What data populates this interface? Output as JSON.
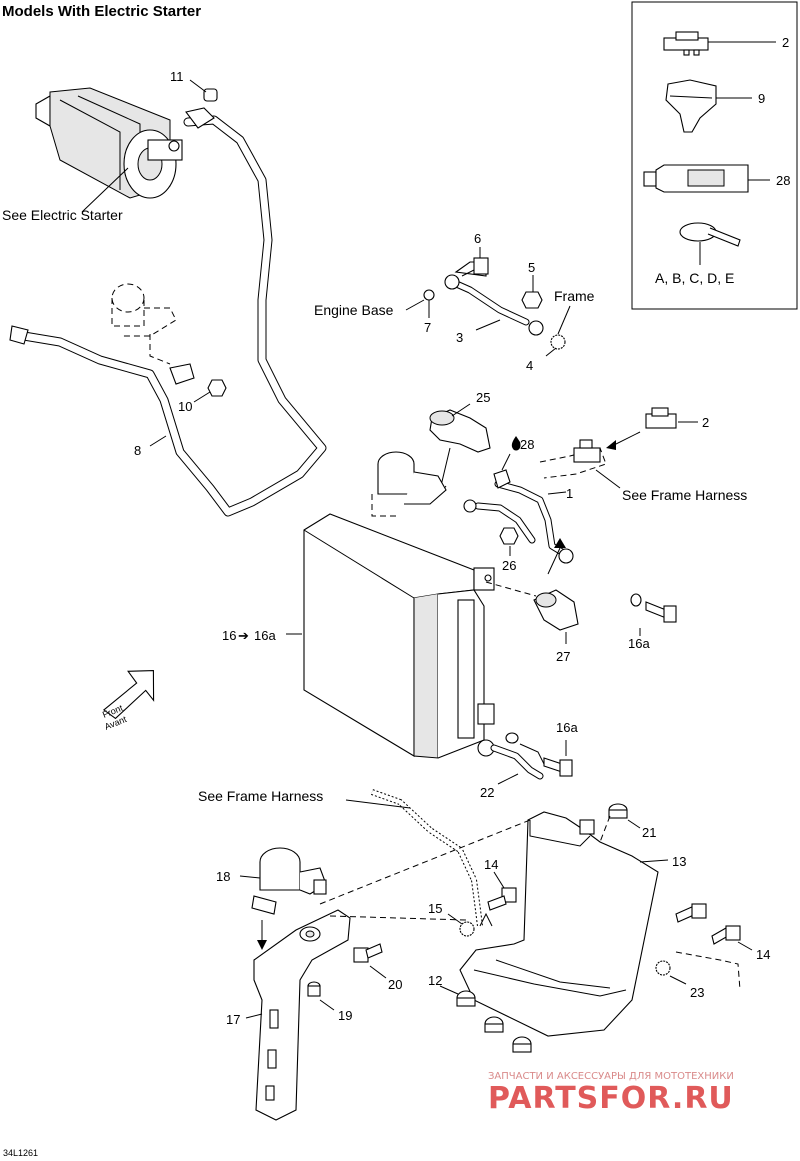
{
  "title": "Models With Electric Starter",
  "figure_code": "34L1261",
  "callouts": {
    "c1": "1",
    "c2a": "2",
    "c2b": "2",
    "c3": "3",
    "c4": "4",
    "c5": "5",
    "c6": "6",
    "c7": "7",
    "c8": "8",
    "c9": "9",
    "c10": "10",
    "c11": "11",
    "c12": "12",
    "c13": "13",
    "c14a": "14",
    "c14b": "14",
    "c15": "15",
    "c16": "16",
    "c16a1": "16a",
    "c16a2": "16a",
    "c16a3": "16a",
    "c17": "17",
    "c18": "18",
    "c19": "19",
    "c20": "20",
    "c21": "21",
    "c22": "22",
    "c23": "23",
    "c25": "25",
    "c26": "26",
    "c27": "27",
    "c28a": "28",
    "c28b": "28",
    "tie_codes": "A, B, C, D, E"
  },
  "labels": {
    "see_electric_starter": "See Electric Starter",
    "engine_base": "Engine Base",
    "frame": "Frame",
    "see_frame_harness_1": "See Frame Harness",
    "see_frame_harness_2": "See Frame Harness",
    "front_1": "Front",
    "front_2": "Avant",
    "arrow_16a": "16a"
  },
  "watermark": {
    "line1": "ЗАПЧАСТИ И АКСЕССУАРЫ ДЛЯ МОТОТЕХНИКИ",
    "line2": "PARTSFOR.RU"
  }
}
